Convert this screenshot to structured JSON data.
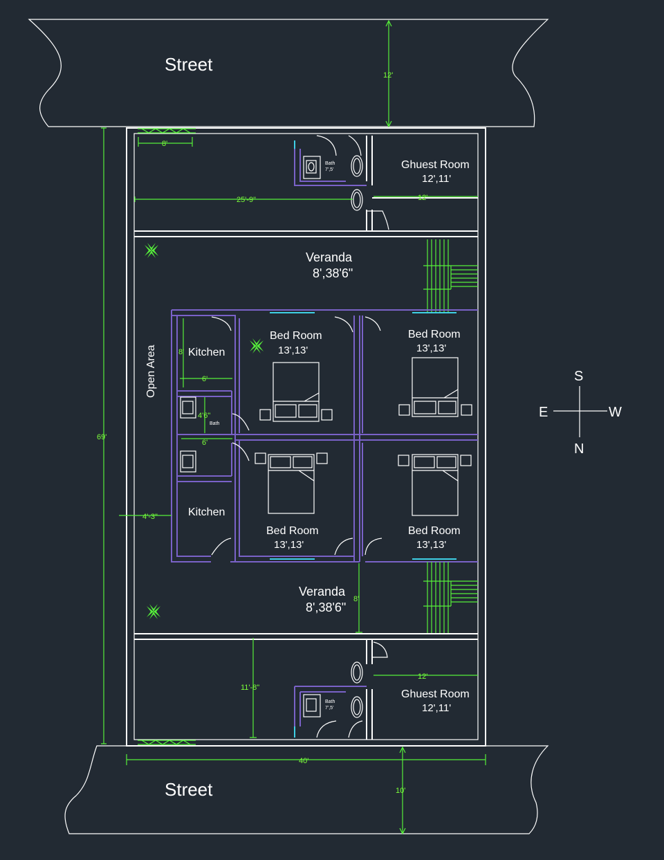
{
  "streets": {
    "top": "Street",
    "bottom": "Street"
  },
  "rooms": {
    "guest_top": {
      "label": "Ghuest Room",
      "size": "12',11'"
    },
    "guest_bottom": {
      "label": "Ghuest Room",
      "size": "12',11'"
    },
    "veranda_top": {
      "label": "Veranda",
      "size": "8',38'6\""
    },
    "veranda_bottom": {
      "label": "Veranda",
      "size": "8',38'6\""
    },
    "bed_1": {
      "label": "Bed Room",
      "size": "13',13'"
    },
    "bed_2": {
      "label": "Bed Room",
      "size": "13',13'"
    },
    "bed_3": {
      "label": "Bed Room",
      "size": "13',13'"
    },
    "bed_4": {
      "label": "Bed Room",
      "size": "13',13'"
    },
    "kitchen_top": "Kitchen",
    "kitchen_bottom": "Kitchen",
    "open_area": "Open Area",
    "bath_label": "Bath",
    "bath_size": "7',5'"
  },
  "dimensions": {
    "street_top": "12'",
    "gate_top": "8'",
    "span_25": "25'-9\"",
    "guest_top_width": "12'",
    "total_depth": "69'",
    "kitchen_width": "6'",
    "kitchen_depth": "8'",
    "bath_depth": "4'6\"",
    "bath_width": "6'",
    "side_gap": "4'-3\"",
    "veranda_depth": "8'",
    "guest_bottom_depth": "11'-8\"",
    "guest_bottom_width": "12'",
    "total_width": "40'",
    "street_bottom": "10'"
  },
  "compass": {
    "north": "N",
    "south": "S",
    "east": "E",
    "west": "W"
  },
  "colors": {
    "background": "#222a33",
    "walls": "#ffffff",
    "interior_walls": "#7a62c8",
    "dimensions": "#56f03a",
    "windows": "#3fd0e6"
  }
}
